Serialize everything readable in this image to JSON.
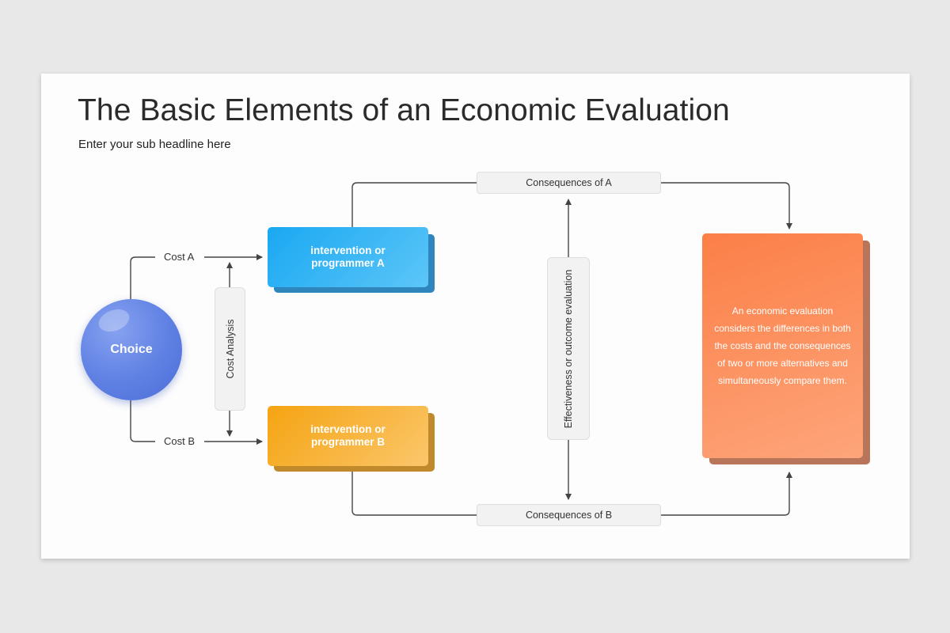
{
  "slide": {
    "title": "The Basic Elements of an Economic Evaluation",
    "subtitle": "Enter your sub headline here"
  },
  "diagram": {
    "choice": "Choice",
    "cost_a": "Cost A",
    "cost_b": "Cost B",
    "cost_analysis": "Cost Analysis",
    "program_a": "intervention or programmer A",
    "program_b": "intervention or programmer B",
    "consequences_a": "Consequences of A",
    "consequences_b": "Consequences of B",
    "effectiveness": "Effectiveness or outcome evaluation",
    "description": "An economic evaluation considers the differences in both the costs and the consequences of two or more alternatives and simultaneously compare them."
  },
  "colors": {
    "choice": "#5f80e3",
    "program_a": "#1aa8f2",
    "program_b": "#f5a412",
    "description_card": "#fc7f47",
    "connector": "#444444"
  }
}
